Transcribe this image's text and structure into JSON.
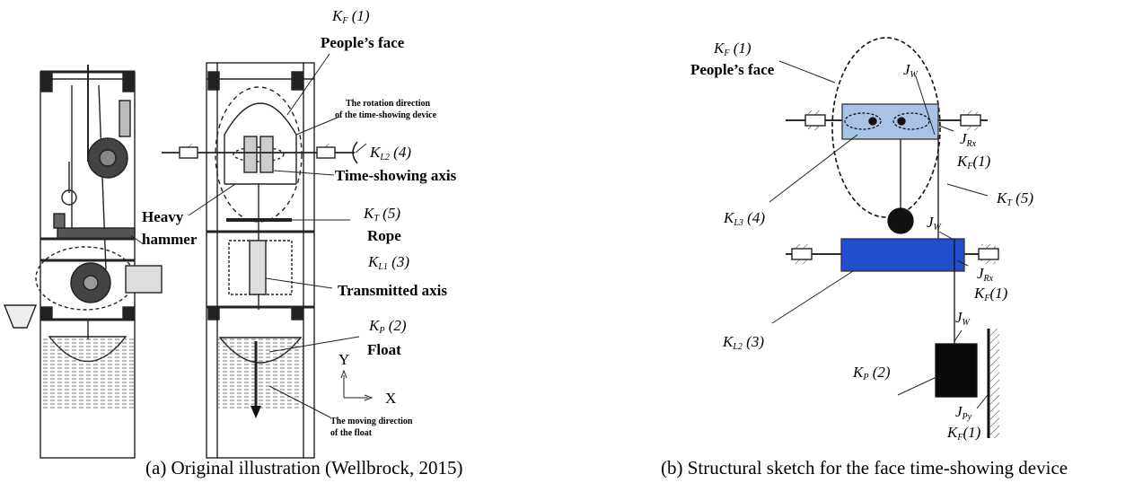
{
  "figure_a": {
    "kf1_main": "K",
    "kf1_sub": "F",
    "kf1_num": " (1)",
    "peoples_face": "People’s face",
    "rotation_line1": "The rotation direction",
    "rotation_line2": "of the time-showing device",
    "kl2_main": "K",
    "kl2_sub": "L2",
    "kl2_num": " (4)",
    "time_showing_axis": "Time-showing axis",
    "heavy": "Heavy",
    "hammer": "hammer",
    "kt_main": "K",
    "kt_sub": "T",
    "kt_num": " (5)",
    "rope": "Rope",
    "kl1_main": "K",
    "kl1_sub": "L1",
    "kl1_num": " (3)",
    "transmitted_axis": "Transmitted axis",
    "kp_main": "K",
    "kp_sub": "P",
    "kp_num": " (2)",
    "float": "Float",
    "axis_y": "Y",
    "axis_x": "X",
    "moving_line1": "The moving direction",
    "moving_line2": "of the float",
    "caption": "(a) Original illustration (Wellbrock, 2015)"
  },
  "figure_b": {
    "kf1_main": "K",
    "kf1_sub": "F",
    "kf1_num": " (1)",
    "peoples_face": "People’s face",
    "jw1_main": "J",
    "jw1_sub": "W",
    "jrx1_main": "J",
    "jrx1_sub": "Rx",
    "kf1b_main": "K",
    "kf1b_sub": "F",
    "kf1b_num": "(1)",
    "kt_main": "K",
    "kt_sub": "T",
    "kt_num": " (5)",
    "kl3_main": "K",
    "kl3_sub": "L3",
    "kl3_num": " (4)",
    "jw2_main": "J",
    "jw2_sub": "W",
    "jrx2_main": "J",
    "jrx2_sub": "Rx",
    "kf1c_main": "K",
    "kf1c_sub": "F",
    "kf1c_num": "(1)",
    "kl2_main": "K",
    "kl2_sub": "L2",
    "kl2_num": " (3)",
    "jw3_main": "J",
    "jw3_sub": "W",
    "kp_main": "K",
    "kp_sub": "P",
    "kp_num": " (2)",
    "jpy_main": "J",
    "jpy_sub": "Py",
    "kf1d_main": "K",
    "kf1d_sub": "F",
    "kf1d_num": "(1)",
    "caption": "(b) Structural sketch for the face time-showing device"
  },
  "colors": {
    "light_box": "#a9c3e6",
    "dark_box": "#1f4fcf",
    "float_box": "#0a0a0a",
    "ink": "#111111"
  }
}
